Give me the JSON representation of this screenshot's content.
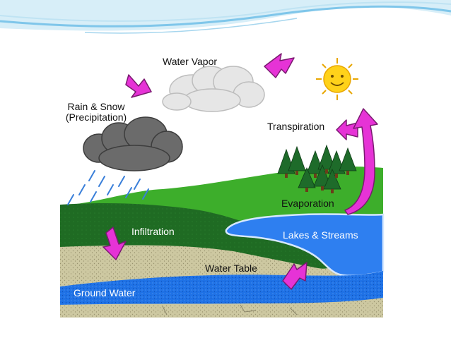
{
  "labels": {
    "water_vapor": "Water Vapor",
    "rain_snow_line1": "Rain & Snow",
    "rain_snow_line2": "(Precipitation)",
    "transpiration": "Transpiration",
    "evaporation": "Evaporation",
    "infiltration": "Infiltration",
    "lakes_streams": "Lakes & Streams",
    "water_table": "Water Table",
    "ground_water": "Ground Water"
  },
  "icons": {
    "sun": "sun-icon",
    "clouds": "cloud-icon",
    "trees": "tree-icon",
    "arrows": "arrow-icon"
  },
  "colors": {
    "arrow": "#e633d6",
    "sky": "#ffffff",
    "hill_light": "#3dae2b",
    "hill_dark": "#1f6b23",
    "soil": "#cdc8a1",
    "water": "#1f72e6",
    "lake": "#2e7ff0",
    "rain": "#3a7fd9",
    "storm_cloud": "#6b6b6b",
    "vapor_cloud": "#e6e6e6",
    "sun": "#ffd21a",
    "tree": "#1e6b2a",
    "header_wave": "#7fc6ea"
  }
}
